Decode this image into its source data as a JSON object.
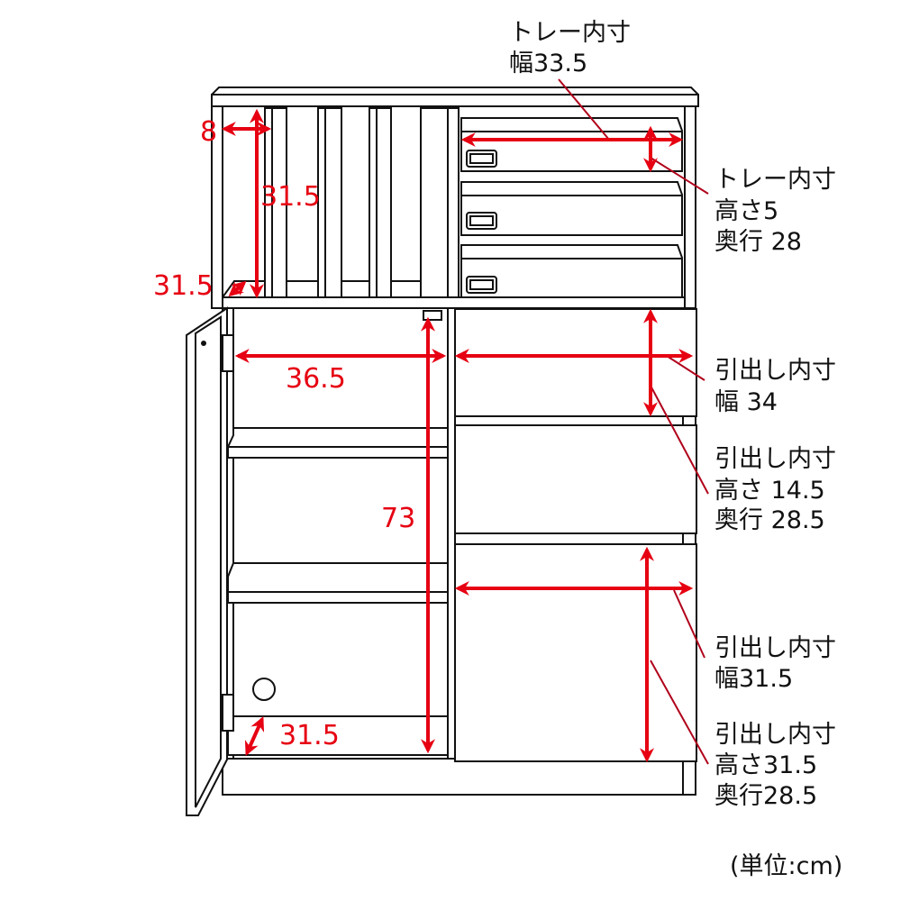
{
  "colors": {
    "dimension": "#e60012",
    "line": "#111111"
  },
  "dimensions": {
    "slot_width": "8",
    "slot_height": "31.5",
    "slot_depth": "31.5",
    "cabinet_width": "36.5",
    "cabinet_height": "73",
    "cabinet_depth": "31.5"
  },
  "callouts": {
    "tray_width": {
      "title": "トレー内寸",
      "value": "幅33.5"
    },
    "tray_size": {
      "title": "トレー内寸",
      "height": "高さ5",
      "depth": "奥行 28"
    },
    "drawer_small_width": {
      "title": "引出し内寸",
      "value": "幅 34"
    },
    "drawer_small_size": {
      "title": "引出し内寸",
      "height": "高さ 14.5",
      "depth": "奥行 28.5"
    },
    "drawer_large_width": {
      "title": "引出し内寸",
      "value": "幅31.5"
    },
    "drawer_large_size": {
      "title": "引出し内寸",
      "height": "高さ31.5",
      "depth": "奥行28.5"
    }
  },
  "unit_label": "(単位:cm)"
}
